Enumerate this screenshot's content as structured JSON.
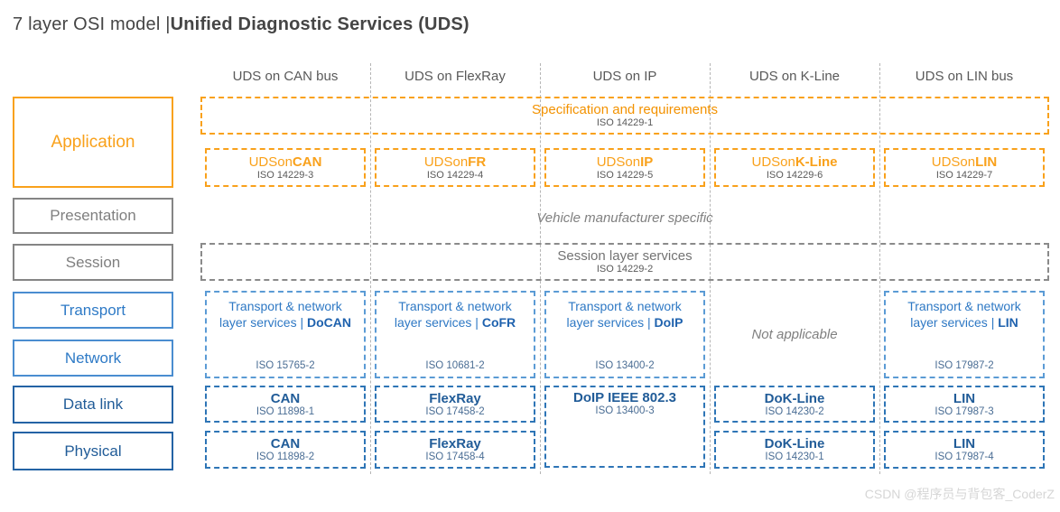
{
  "title": {
    "prefix": "7 layer OSI model |",
    "bold": "Unified Diagnostic Services (UDS)"
  },
  "colors": {
    "orange": "#F9A11B",
    "gray": "#7F7F7F",
    "light_blue": "#2E78C4",
    "dark_blue": "#215C98",
    "iso_gray": "#595959"
  },
  "sidebar": {
    "layers": [
      {
        "label": "Application"
      },
      {
        "label": "Presentation"
      },
      {
        "label": "Session"
      },
      {
        "label": "Transport"
      },
      {
        "label": "Network"
      },
      {
        "label": "Data link"
      },
      {
        "label": "Physical"
      }
    ]
  },
  "columns": [
    {
      "header": "UDS on CAN bus"
    },
    {
      "header": "UDS on FlexRay"
    },
    {
      "header": "UDS on IP"
    },
    {
      "header": "UDS on K-Line"
    },
    {
      "header": "UDS on LIN bus"
    }
  ],
  "rows": {
    "specification": {
      "title": "Specification and requirements",
      "iso": "ISO 14229-1"
    },
    "application": {
      "cells": [
        {
          "prefix": "UDSon",
          "suffix": "CAN",
          "iso": "ISO 14229-3"
        },
        {
          "prefix": "UDSon",
          "suffix": "FR",
          "iso": "ISO 14229-4"
        },
        {
          "prefix": "UDSon",
          "suffix": "IP",
          "iso": "ISO 14229-5"
        },
        {
          "prefix": "UDSon",
          "suffix": "K-Line",
          "iso": "ISO 14229-6"
        },
        {
          "prefix": "UDSon",
          "suffix": "LIN",
          "iso": "ISO 14229-7"
        }
      ]
    },
    "presentation": {
      "text": "Vehicle manufacturer specific"
    },
    "session": {
      "title": "Session layer services",
      "iso": "ISO 14229-2"
    },
    "transport": {
      "cells": [
        {
          "body": "Transport & network layer services | ",
          "bold": "DoCAN",
          "iso": "ISO 15765-2"
        },
        {
          "body": "Transport & network layer services | ",
          "bold": "CoFR",
          "iso": "ISO 10681-2"
        },
        {
          "body": "Transport & network layer services | ",
          "bold": "DoIP",
          "iso": "ISO 13400-2"
        },
        {
          "na": "Not applicable"
        },
        {
          "body": "Transport & network layer services | ",
          "bold": "LIN",
          "iso": "ISO 17987-2"
        }
      ]
    },
    "datalink": {
      "cells": [
        {
          "title": "CAN",
          "iso": "ISO 11898-1"
        },
        {
          "title": "FlexRay",
          "iso": "ISO 17458-2"
        },
        {
          "title": "DoIP IEEE 802.3",
          "iso": "ISO 13400-3"
        },
        {
          "title": "DoK-Line",
          "iso": "ISO 14230-2"
        },
        {
          "title": "LIN",
          "iso": "ISO 17987-3"
        }
      ]
    },
    "physical": {
      "cells": [
        {
          "title": "CAN",
          "iso": "ISO 11898-2"
        },
        {
          "title": "FlexRay",
          "iso": "ISO 17458-4"
        },
        {
          "title": "DoK-Line",
          "iso": "ISO 14230-1"
        },
        {
          "title": "LIN",
          "iso": "ISO 17987-4"
        }
      ]
    }
  },
  "watermark": "CSDN @程序员与背包客_CoderZ"
}
